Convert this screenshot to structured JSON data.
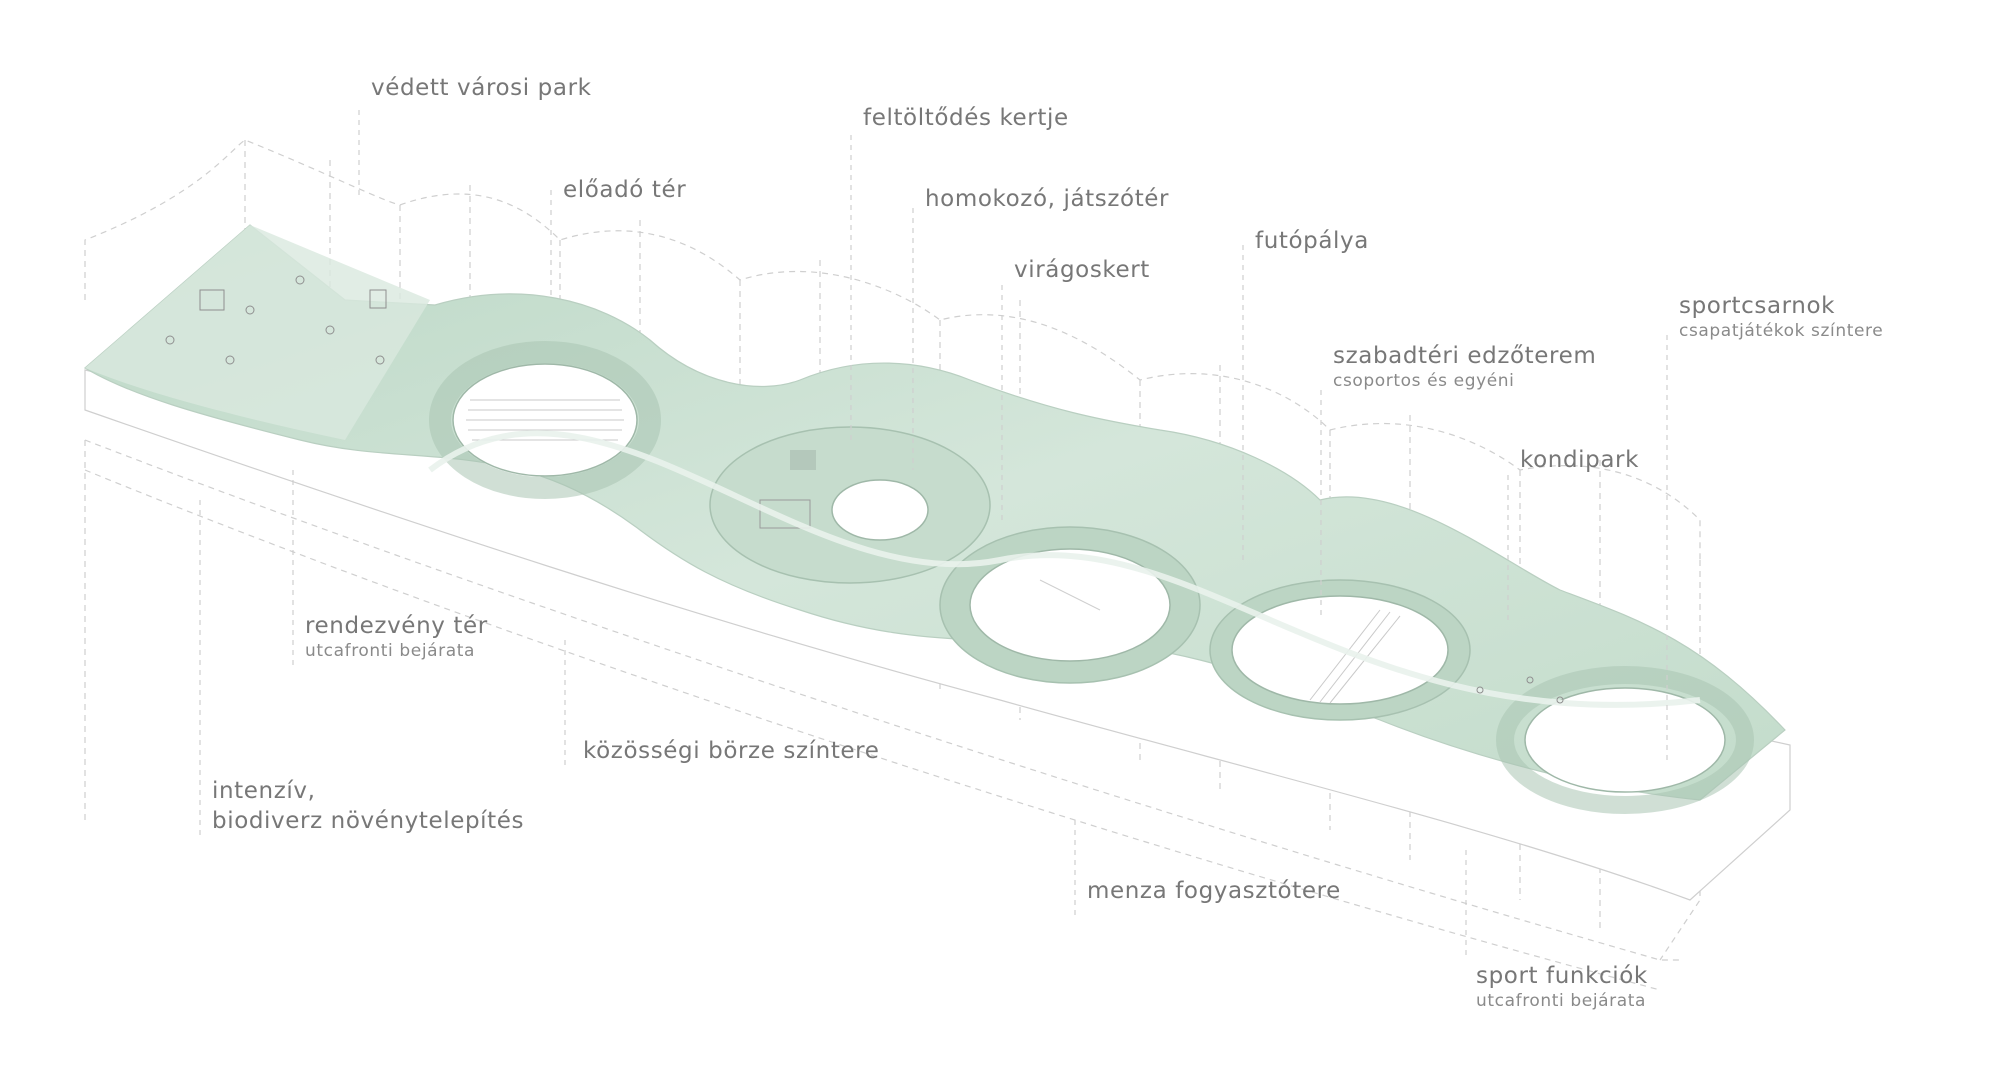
{
  "diagram": {
    "labels": [
      {
        "id": "vedett-varosi-park",
        "main": "védett városi park"
      },
      {
        "id": "feltoltodes-kertje",
        "main": "feltöltődés kertje"
      },
      {
        "id": "eloado-ter",
        "main": "előadó tér"
      },
      {
        "id": "homokozo-jatszoter",
        "main": "homokozó, játszótér"
      },
      {
        "id": "futopalya",
        "main": "futópálya"
      },
      {
        "id": "viragoskert",
        "main": "virágoskert"
      },
      {
        "id": "sportcsarnok",
        "main": "sportcsarnok",
        "sub": "csapatjátékok színtere"
      },
      {
        "id": "szabadteri-edzoterem",
        "main": "szabadtéri edzőterem",
        "sub": "csoportos és egyéni"
      },
      {
        "id": "kondipark",
        "main": "kondipark"
      },
      {
        "id": "rendezveny-ter",
        "main": "rendezvény tér",
        "sub": "utcafronti bejárata"
      },
      {
        "id": "kozossegi-borze",
        "main": "közösségi börze színtere"
      },
      {
        "id": "intenziv",
        "main": "intenzív,",
        "main2": "biodiverz növénytelepítés"
      },
      {
        "id": "menza-fogyasztotere",
        "main": "menza fogyasztótere"
      },
      {
        "id": "sport-funkciok",
        "main": "sport funkciók",
        "sub": "utcafronti bejárata"
      }
    ]
  },
  "colors": {
    "roof_green": "#cfe3d6",
    "roof_green_dark": "#b7d4c2",
    "line_gray": "#bdbdbd",
    "text_gray": "#777777"
  }
}
